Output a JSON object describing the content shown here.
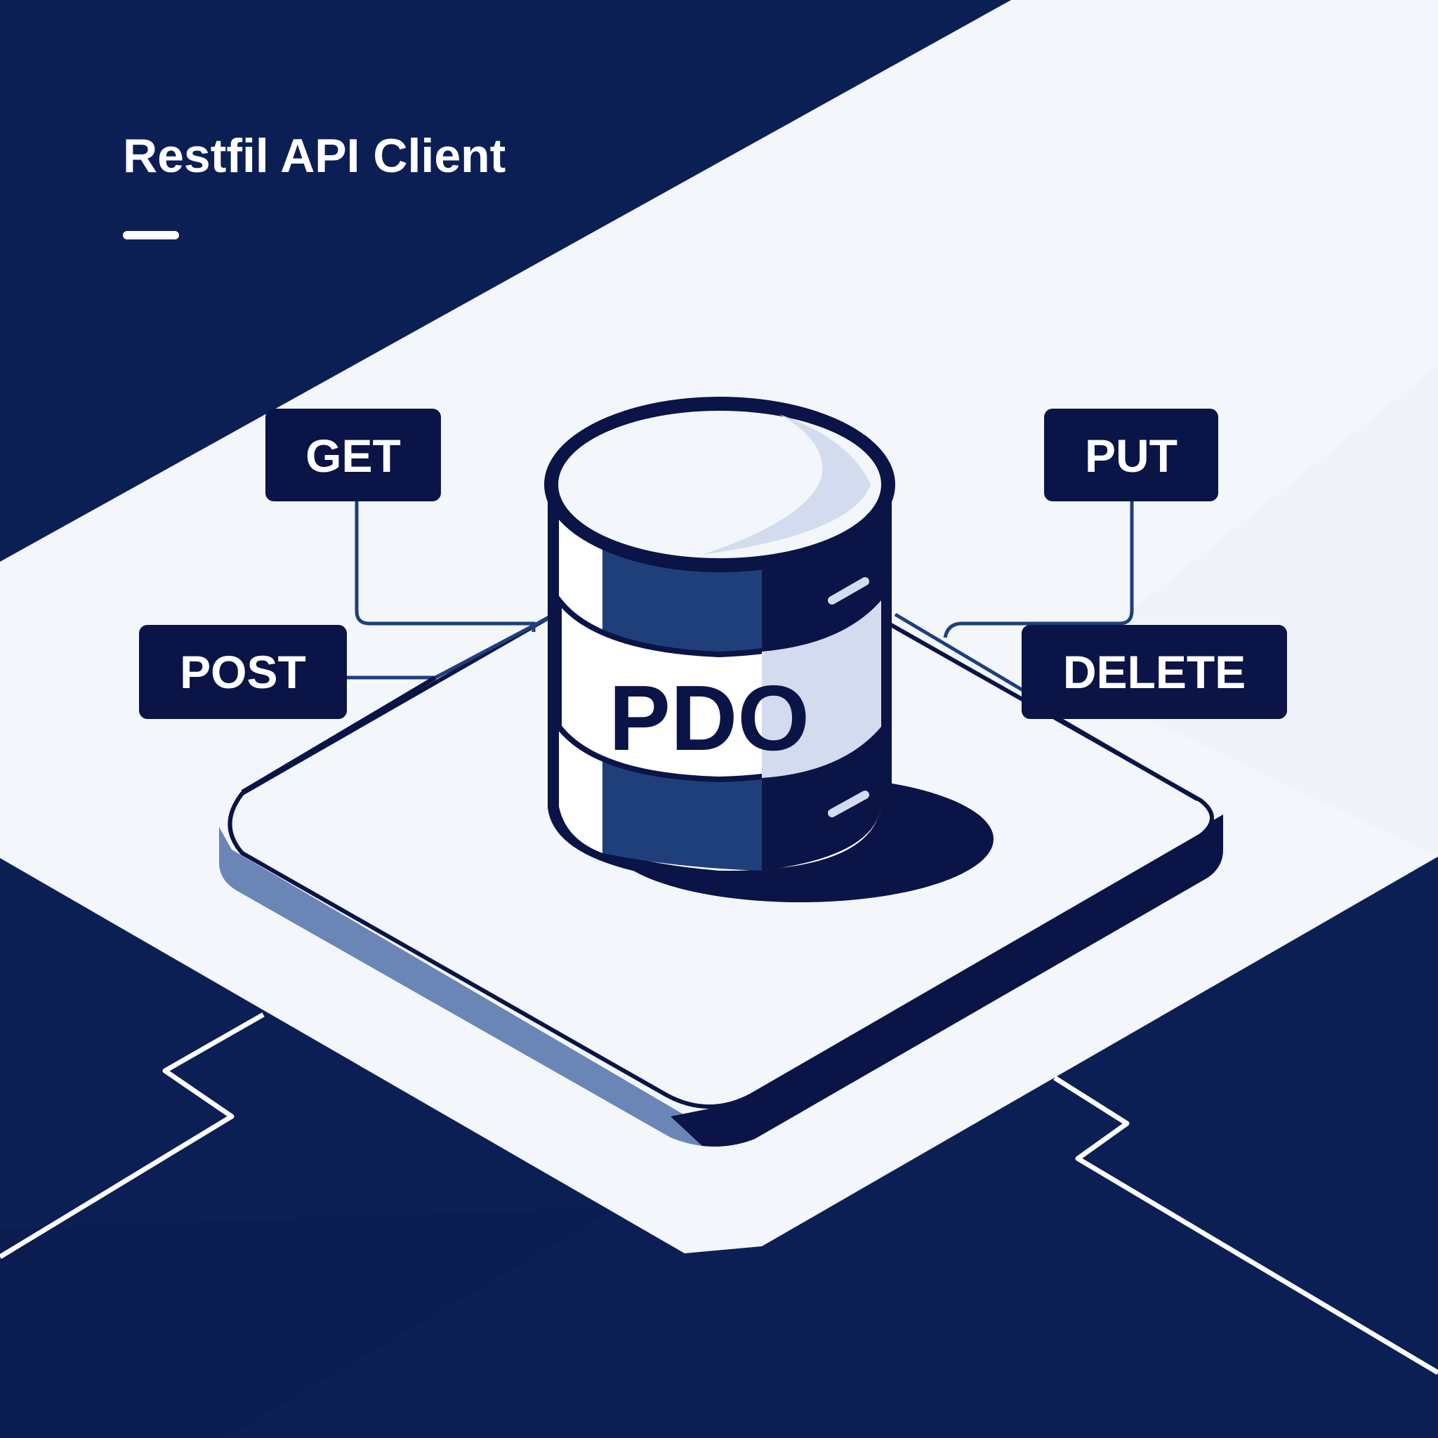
{
  "header": {
    "title": "Restfil API Client"
  },
  "diagram": {
    "database_label": "PDO",
    "methods": [
      {
        "label": "GET"
      },
      {
        "label": "POST"
      },
      {
        "label": "PUT"
      },
      {
        "label": "DELETE"
      }
    ]
  },
  "colors": {
    "background_navy": "#0c1f55",
    "band_white": "#f3f6fa",
    "label_navy": "#0b1446",
    "cylinder_mid_blue": "#1f3f7a",
    "cylinder_light": "#d3dcee",
    "platform_edge": "#6a86b6",
    "connector_line": "#1e3f7c"
  }
}
